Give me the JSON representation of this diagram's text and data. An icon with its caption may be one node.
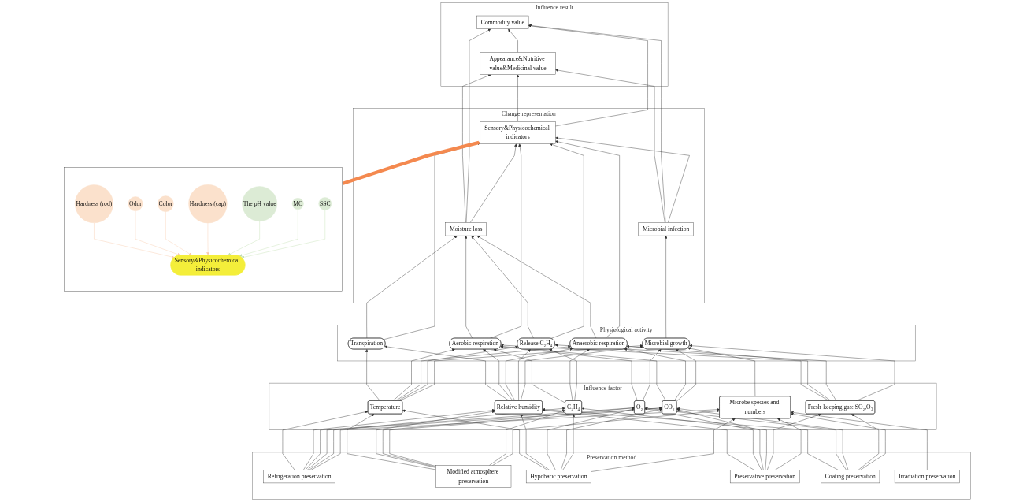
{
  "diagram": {
    "nodes": [
      {
        "text": [
          "Influence result"
        ]
      },
      {
        "text": [
          "Appearance&Nutritive value&Medicinal value"
        ],
        "in": 0
      },
      {
        "text": [
          "Commodity value"
        ],
        "in": 0
      },
      {
        "text": [
          "Change representation"
        ]
      },
      {
        "text": [
          "Moisture loss"
        ],
        "in": 3
      },
      {
        "text": [
          "Sensory&Physicochemical indicators"
        ],
        "in": 3
      },
      {
        "text": [
          "Microbial infection"
        ],
        "in": 3
      },
      {
        "text": [
          "Physiological activity"
        ]
      },
      {
        "text": [
          "Transpiration"
        ],
        "in": 7
      },
      {
        "text": [
          "Aerobic respiration"
        ],
        "in": 7
      },
      {
        "text": [
          "Anaerobic respiration"
        ],
        "in": 7
      },
      {
        "text": [
          "Release C₂H₄"
        ],
        "in": 7
      },
      {
        "text": [
          "Microbial growth"
        ],
        "in": 7
      },
      {
        "text": [
          "Influence factor"
        ]
      },
      {
        "text": [
          "Temperature"
        ],
        "in": 13
      },
      {
        "text": [
          "Relative humidity"
        ],
        "in": 13
      },
      {
        "text": [
          "O₂"
        ],
        "in": 13
      },
      {
        "text": [
          "CO₂"
        ],
        "in": 13
      },
      {
        "text": [
          "C₂H₄"
        ],
        "in": 13
      },
      {
        "text": [
          "Fresh-keeping gas: SO₂,O₃"
        ],
        "in": 13
      },
      {
        "text": [
          "Microbe species and numbers"
        ],
        "in": 13
      },
      {
        "text": [
          "Preservation method"
        ]
      },
      {
        "text": [
          "Refrigeration preservation"
        ],
        "in": 21
      },
      {
        "text": [
          "Modified atmosphere preservation"
        ],
        "in": 21
      },
      {
        "text": [
          "Hypobaric preservation"
        ],
        "in": 21
      },
      {
        "text": [
          "Preservative preservation"
        ],
        "in": 21
      },
      {
        "text": [
          "Coating preservation"
        ],
        "in": 21
      },
      {
        "text": [
          "Irradiation preservation"
        ],
        "in": 21
      },
      {
        "text": [],
        "shape": "box"
      },
      {
        "text": [
          "Sensory&Physicochemical indicators"
        ],
        "in": 28
      },
      {
        "text": [
          "Hardness (rod)"
        ],
        "in": 28
      },
      {
        "text": [
          "Odor"
        ],
        "in": 28
      },
      {
        "text": [
          "Color"
        ],
        "in": 28
      },
      {
        "text": [
          "Hardness (cap)"
        ],
        "in": 28
      },
      {
        "text": [
          "The pH value"
        ],
        "in": 28
      },
      {
        "text": [
          "MC"
        ],
        "in": 28
      },
      {
        "text": [
          "SSC"
        ],
        "in": 28
      }
    ],
    "edges": [
      {
        "from": 1,
        "to": 2,
        "arrow": "to"
      },
      {
        "from": 4,
        "to": 1,
        "arrow": "to"
      },
      {
        "from": 4,
        "to": 2,
        "arrow": "to"
      },
      {
        "from": 5,
        "to": 1,
        "arrow": "to"
      },
      {
        "from": 5,
        "to": 2,
        "arrow": "to"
      },
      {
        "from": 6,
        "to": 1,
        "arrow": "to"
      },
      {
        "from": 6,
        "to": 2,
        "arrow": "to"
      },
      {
        "from": 4,
        "to": 5,
        "arrow": "to"
      },
      {
        "from": 6,
        "to": 5,
        "arrow": "to"
      },
      {
        "from": 8,
        "to": 4,
        "arrow": "to"
      },
      {
        "from": 8,
        "to": 5,
        "arrow": "to"
      },
      {
        "from": 9,
        "to": 4,
        "arrow": "to"
      },
      {
        "from": 9,
        "to": 5,
        "arrow": "to"
      },
      {
        "from": 10,
        "to": 4,
        "arrow": "to"
      },
      {
        "from": 10,
        "to": 5,
        "arrow": "to"
      },
      {
        "from": 11,
        "to": 4,
        "arrow": "to"
      },
      {
        "from": 11,
        "to": 5,
        "arrow": "to"
      },
      {
        "from": 12,
        "to": 6,
        "arrow": "to"
      },
      {
        "from": 14,
        "to": 8,
        "arrow": "to"
      },
      {
        "from": 14,
        "to": 9,
        "arrow": "to"
      },
      {
        "from": 14,
        "to": 10,
        "arrow": "to"
      },
      {
        "from": 14,
        "to": 11,
        "arrow": "to"
      },
      {
        "from": 14,
        "to": 12,
        "arrow": "to"
      },
      {
        "from": 15,
        "to": 8,
        "arrow": "to"
      },
      {
        "from": 15,
        "to": 9,
        "arrow": "to"
      },
      {
        "from": 15,
        "to": 10,
        "arrow": "to"
      },
      {
        "from": 15,
        "to": 11,
        "arrow": "to"
      },
      {
        "from": 15,
        "to": 12,
        "arrow": "to"
      },
      {
        "from": 16,
        "to": 9,
        "arrow": "to"
      },
      {
        "from": 16,
        "to": 12,
        "arrow": "to"
      },
      {
        "from": 17,
        "to": 9,
        "arrow": "to"
      },
      {
        "from": 17,
        "to": 10,
        "arrow": "to"
      },
      {
        "from": 17,
        "to": 12,
        "arrow": "to"
      },
      {
        "from": 18,
        "to": 9,
        "arrow": "to"
      },
      {
        "from": 18,
        "to": 10,
        "arrow": "to"
      },
      {
        "from": 18,
        "to": 11,
        "arrow": "to"
      },
      {
        "from": 19,
        "to": 9,
        "arrow": "to"
      },
      {
        "from": 19,
        "to": 10,
        "arrow": "to"
      },
      {
        "from": 19,
        "to": 11,
        "arrow": "to"
      },
      {
        "from": 19,
        "to": 12,
        "arrow": "to"
      },
      {
        "from": 20,
        "to": 12,
        "arrow": "to"
      },
      {
        "from": 22,
        "to": 14,
        "arrow": "to"
      },
      {
        "from": 22,
        "to": 15,
        "arrow": "to"
      },
      {
        "from": 22,
        "to": 16,
        "arrow": "to"
      },
      {
        "from": 22,
        "to": 17,
        "arrow": "to"
      },
      {
        "from": 22,
        "to": 18,
        "arrow": "to"
      },
      {
        "from": 22,
        "to": 20,
        "arrow": "to"
      },
      {
        "from": 23,
        "to": 14,
        "arrow": "to"
      },
      {
        "from": 23,
        "to": 15,
        "arrow": "to"
      },
      {
        "from": 23,
        "to": 16,
        "arrow": "to"
      },
      {
        "from": 23,
        "to": 17,
        "arrow": "to"
      },
      {
        "from": 23,
        "to": 18,
        "arrow": "to"
      },
      {
        "from": 23,
        "to": 20,
        "arrow": "to"
      },
      {
        "from": 24,
        "to": 14,
        "arrow": "to"
      },
      {
        "from": 24,
        "to": 15,
        "arrow": "to"
      },
      {
        "from": 24,
        "to": 16,
        "arrow": "to"
      },
      {
        "from": 24,
        "to": 17,
        "arrow": "to"
      },
      {
        "from": 24,
        "to": 18,
        "arrow": "to"
      },
      {
        "from": 24,
        "to": 20,
        "arrow": "to"
      },
      {
        "from": 25,
        "to": 15,
        "arrow": "to"
      },
      {
        "from": 25,
        "to": 16,
        "arrow": "to"
      },
      {
        "from": 25,
        "to": 17,
        "arrow": "to"
      },
      {
        "from": 25,
        "to": 18,
        "arrow": "to"
      },
      {
        "from": 25,
        "to": 19,
        "arrow": "to"
      },
      {
        "from": 25,
        "to": 20,
        "arrow": "to"
      },
      {
        "from": 26,
        "to": 15,
        "arrow": "to"
      },
      {
        "from": 26,
        "to": 16,
        "arrow": "to"
      },
      {
        "from": 26,
        "to": 17,
        "arrow": "to"
      },
      {
        "from": 26,
        "to": 19,
        "arrow": "to"
      },
      {
        "from": 26,
        "to": 20,
        "arrow": "to"
      },
      {
        "from": 27,
        "to": 20,
        "arrow": "to"
      },
      {
        "from": 28,
        "to": 5,
        "arrow": "to",
        "style": "thick",
        "color": "#f4894f"
      },
      {
        "from": 30,
        "to": 29,
        "arrow": "to",
        "color": "#f8cbad"
      },
      {
        "from": 31,
        "to": 29,
        "arrow": "to",
        "color": "#f8cbad"
      },
      {
        "from": 32,
        "to": 29,
        "arrow": "to",
        "color": "#f8cbad"
      },
      {
        "from": 33,
        "to": 29,
        "arrow": "to",
        "color": "#f8cbad"
      },
      {
        "from": 34,
        "to": 29,
        "arrow": "to",
        "color": "#c5e0b4"
      },
      {
        "from": 35,
        "to": 29,
        "arrow": "to",
        "color": "#c5e0b4"
      },
      {
        "from": 36,
        "to": 29,
        "arrow": "to",
        "color": "#c5e0b4"
      }
    ]
  }
}
